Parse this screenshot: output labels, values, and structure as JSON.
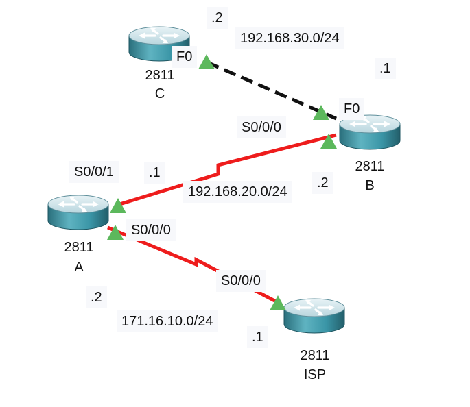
{
  "colors": {
    "serial_link": "#ee1c1c",
    "ethernet_link": "#111111",
    "port_indicator": "#5cb85c",
    "router_body": "#3a9cad"
  },
  "routers": {
    "c": {
      "model": "2811",
      "name": "C",
      "icon": "router-icon"
    },
    "b": {
      "model": "2811",
      "name": "B",
      "icon": "router-icon"
    },
    "a": {
      "model": "2811",
      "name": "A",
      "icon": "router-icon"
    },
    "isp": {
      "model": "2811",
      "name": "ISP",
      "icon": "router-icon"
    }
  },
  "links": {
    "c_b": {
      "network": "192.168.30.0/24",
      "type": "ethernet",
      "c_port": "F0",
      "c_host": ".2",
      "b_port": "F0",
      "b_host": ".1"
    },
    "a_b": {
      "network": "192.168.20.0/24",
      "type": "serial",
      "a_port": "S0/0/1",
      "a_host": ".1",
      "b_port": "S0/0/0",
      "b_host": ".2"
    },
    "a_isp": {
      "network": "171.16.10.0/24",
      "type": "serial",
      "a_port": "S0/0/0",
      "a_host": ".2",
      "isp_port": "S0/0/0",
      "isp_host": ".1"
    }
  }
}
